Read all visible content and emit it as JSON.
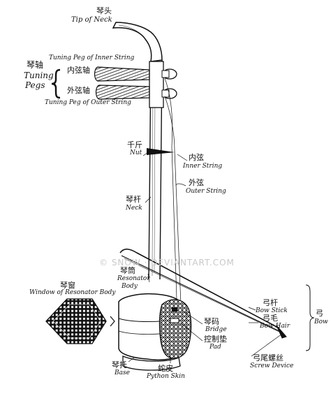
{
  "labels": {
    "tip_zh": "琴头",
    "tip_en": "Tip of Neck",
    "peg_inner_en": "Tuning Peg of Inner String",
    "peg_group_zh": "琴轴",
    "peg_group_en1": "Tuning",
    "peg_group_en2": "Pegs",
    "peg_inner_zh": "内弦轴",
    "peg_outer_zh": "外弦轴",
    "peg_outer_en": "Tuning Peg of Outer String",
    "nut_zh": "千斤",
    "nut_en": "Nut",
    "inner_string_zh": "内弦",
    "inner_string_en": "Inner String",
    "outer_string_zh": "外弦",
    "outer_string_en": "Outer String",
    "neck_zh": "琴杆",
    "neck_en": "Neck",
    "resonator_zh": "琴筒",
    "resonator_en1": "Resonator",
    "resonator_en2": "Body",
    "window_zh": "琴窗",
    "window_en": "Window of Resonator Body",
    "bow_stick_zh": "弓杆",
    "bow_stick_en": "Bow Stick",
    "bow_hair_zh": "弓毛",
    "bow_hair_en": "Bow Hair",
    "bow_zh": "弓",
    "bow_en": "Bow",
    "bridge_zh": "琴码",
    "bridge_en": "Bridge",
    "pad_zh": "控制垫",
    "pad_en": "Pad",
    "base_zh": "琴托",
    "base_en": "Base",
    "python_zh": "蛇皮",
    "python_en": "Python Skin",
    "screw_zh": "弓尾螺丝",
    "screw_en": "Screw Device"
  },
  "watermark": "© SNOW · DEVIANTART.COM"
}
